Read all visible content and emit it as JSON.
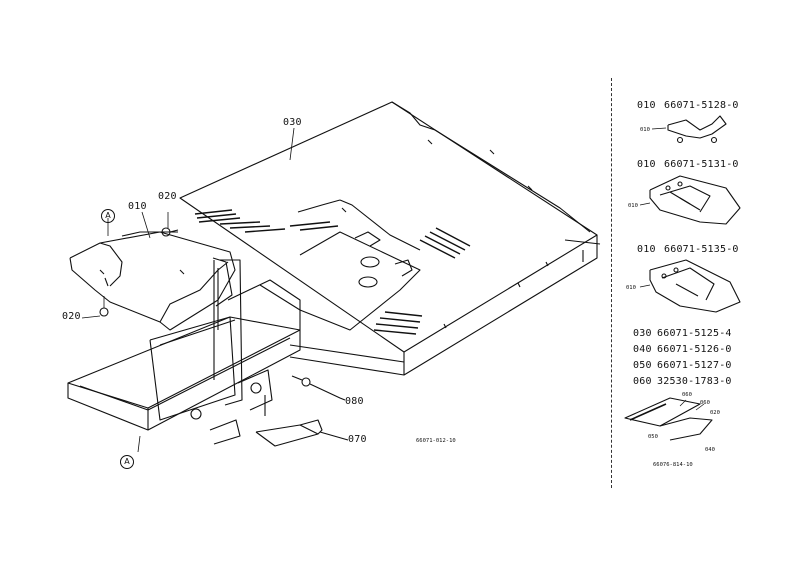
{
  "parts": [
    {
      "ref": "010",
      "part_no": "66071-5128-0"
    },
    {
      "ref": "010",
      "part_no": "66071-5131-0"
    },
    {
      "ref": "010",
      "part_no": "66071-5135-0"
    },
    {
      "ref": "030",
      "part_no": "66071-5125-4"
    },
    {
      "ref": "040",
      "part_no": "66071-5126-0"
    },
    {
      "ref": "050",
      "part_no": "66071-5127-0"
    },
    {
      "ref": "060",
      "part_no": "32530-1783-0"
    }
  ],
  "callouts": {
    "main": {
      "c030": "030",
      "c010": "010",
      "c020_top": "020",
      "c020_left": "020",
      "c080": "080",
      "c070": "070",
      "ref_a": "A"
    },
    "inset1": {
      "c010": "010"
    },
    "inset2": {
      "c010": "010"
    },
    "inset3": {
      "c010": "010"
    },
    "inset4": {
      "c060a": "060",
      "c060b": "060",
      "c020": "020",
      "c050": "050",
      "c040": "040"
    }
  },
  "figure_codes": {
    "main": "66071-012-10",
    "inset": "66076-814-10"
  }
}
